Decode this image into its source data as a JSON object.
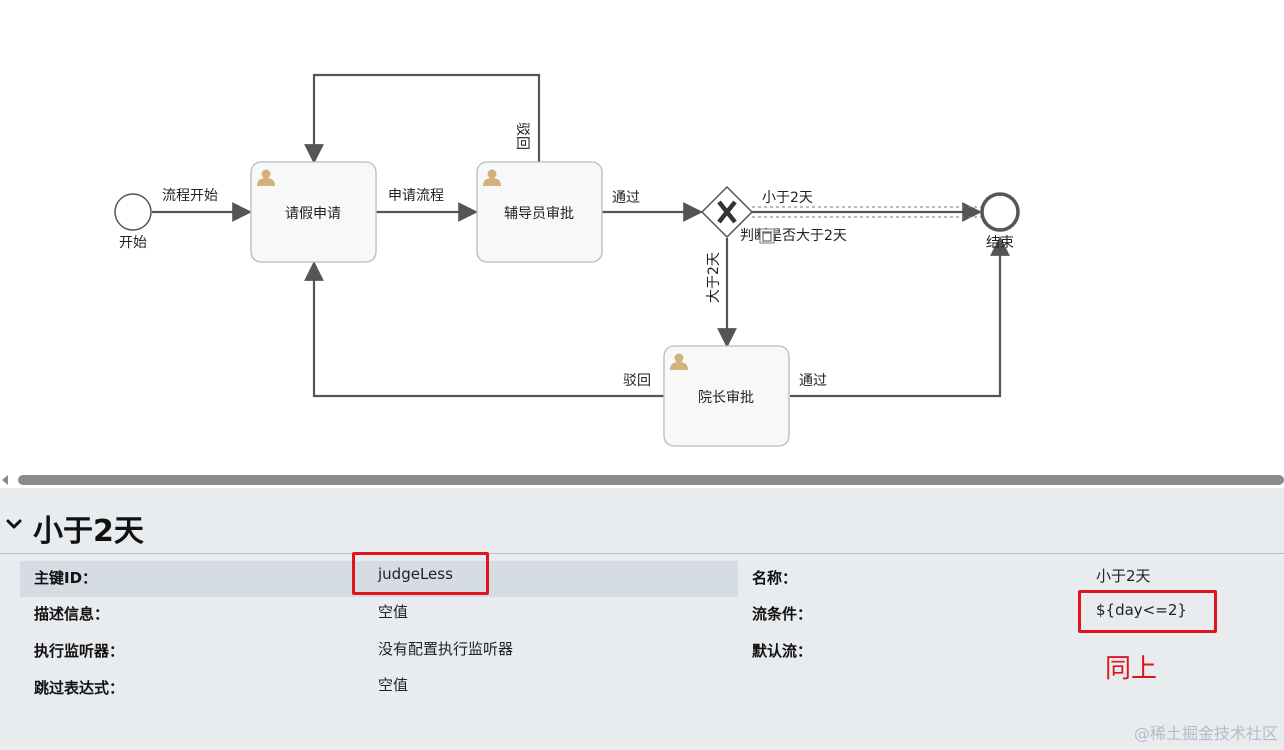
{
  "diagram": {
    "nodes": {
      "start": {
        "label": "开始"
      },
      "end": {
        "label": "结束"
      },
      "leave_request": {
        "label": "请假申请"
      },
      "counselor_approval": {
        "label": "辅导员审批"
      },
      "dean_approval": {
        "label": "院长审批"
      },
      "gateway": {
        "label": "判断是否大于2天"
      }
    },
    "flows": {
      "start_flow": "流程开始",
      "apply_flow": "申请流程",
      "counselor_pass": "通过",
      "counselor_reject": "驳回",
      "less_than_2": "小于2天",
      "more_than_2": "大于2天",
      "dean_reject": "驳回",
      "dean_pass": "通过"
    },
    "colors": {
      "line": "#555555",
      "task_fill": "#f8f8f8",
      "task_border": "#bbbbbb",
      "user_icon": "#d2b27a"
    }
  },
  "props": {
    "title": "小于2天",
    "left": [
      {
        "key": "主键ID：",
        "value": "judgeLess"
      },
      {
        "key": "描述信息：",
        "value": "空值"
      },
      {
        "key": "执行监听器：",
        "value": "没有配置执行监听器"
      },
      {
        "key": "跳过表达式：",
        "value": "空值"
      }
    ],
    "right": [
      {
        "key": "名称：",
        "value": "小于2天"
      },
      {
        "key": "流条件：",
        "value": "${day<=2}"
      },
      {
        "key": "默认流：",
        "value": ""
      }
    ],
    "annotation": "同上",
    "highlight_color": "#e0141d"
  },
  "watermark": "@稀土掘金技术社区"
}
